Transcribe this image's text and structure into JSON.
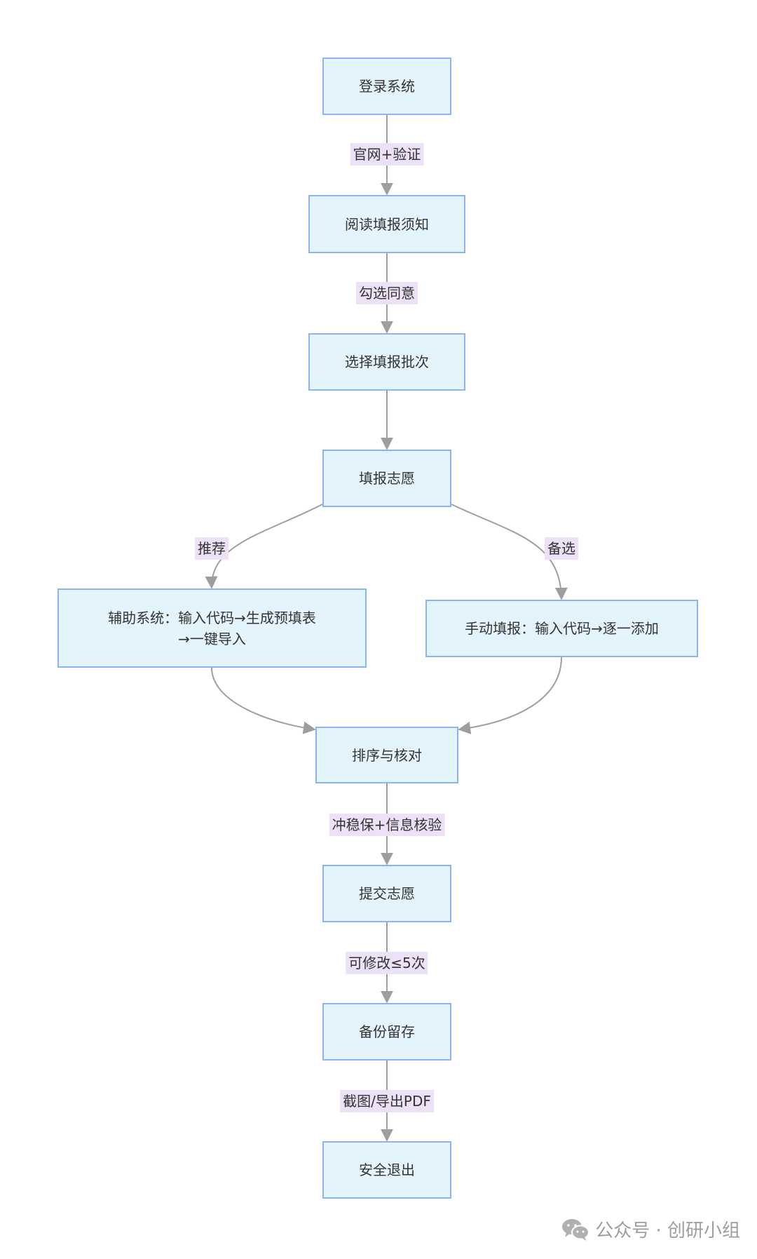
{
  "nodes": {
    "login": "登录系统",
    "read_notice": "阅读填报须知",
    "select_batch": "选择填报批次",
    "fill_wishes": "填报志愿",
    "assist_system": "辅助系统：输入代码→生成预填表→一键导入",
    "manual_fill": "手动填报：输入代码→逐一添加",
    "sort_check": "排序与核对",
    "submit": "提交志愿",
    "backup": "备份留存",
    "logout": "安全退出"
  },
  "edges": {
    "login_to_read": "官网+验证",
    "read_to_select": "勾选同意",
    "fill_to_assist": "推荐",
    "fill_to_manual": "备选",
    "sort_to_submit": "冲稳保+信息核验",
    "submit_to_backup": "可修改≤5次",
    "backup_to_logout": "截图/导出PDF"
  },
  "watermark": {
    "text": "公众号 · 创研小组",
    "icon": "wechat-icon"
  },
  "colors": {
    "node_fill": "#e4f4fc",
    "node_border": "#8ab4f8",
    "edge": "#9e9e9e",
    "label_bg": "#ede1f7"
  }
}
